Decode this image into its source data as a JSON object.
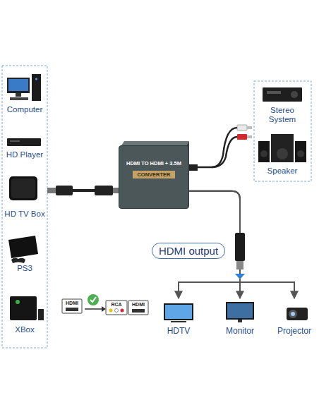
{
  "diagram": {
    "nodes": [
      {
        "text": [
          "Computer"
        ]
      },
      {
        "text": [
          "HD Player"
        ]
      },
      {
        "text": [
          "HD TV Box"
        ]
      },
      {
        "text": [
          "PS3"
        ]
      },
      {
        "text": [
          "XBox"
        ]
      },
      {
        "text": [
          "Stereo System"
        ]
      },
      {
        "text": [
          "Speaker"
        ]
      },
      {
        "text": [
          "HDMI TO HDMI + 3.5M",
          "CONVERTER"
        ]
      },
      {
        "text": [
          "HDMI output"
        ]
      },
      {
        "text": [
          "HDTV"
        ]
      },
      {
        "text": [
          "Monitor"
        ]
      },
      {
        "text": [
          "Projector"
        ]
      }
    ],
    "edges": [
      {
        "from": 7,
        "to": 9,
        "arrow": "to"
      },
      {
        "from": 7,
        "to": 10,
        "arrow": "to"
      },
      {
        "from": 7,
        "to": 11,
        "arrow": "to"
      }
    ],
    "labels": [
      "HDMI",
      "RCA",
      "HDMI"
    ]
  }
}
